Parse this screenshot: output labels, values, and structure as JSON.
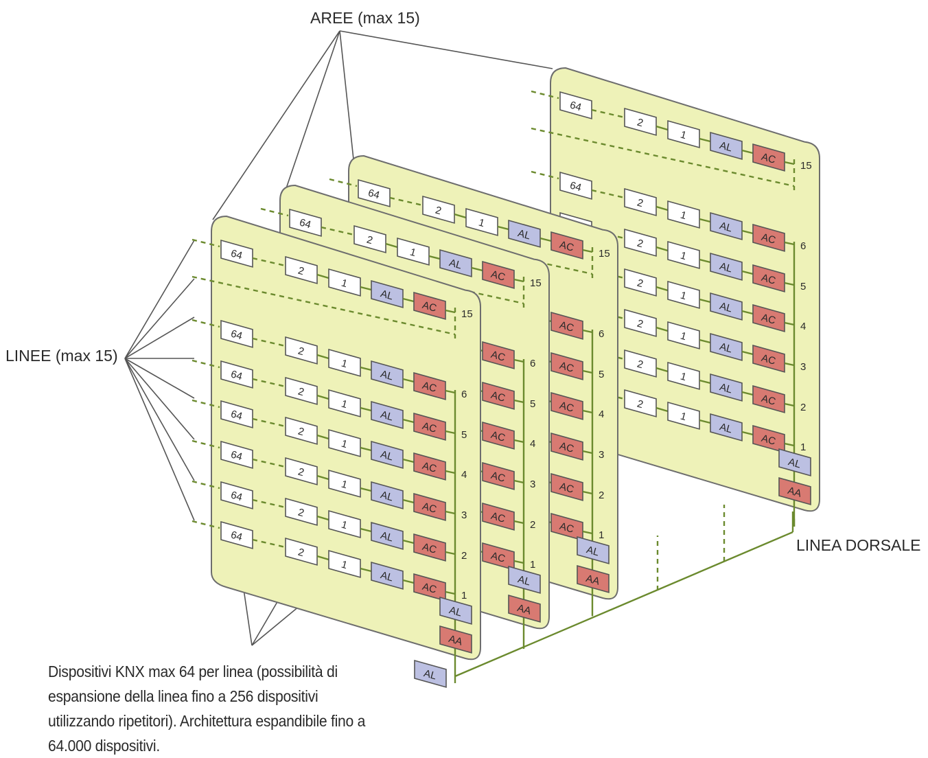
{
  "labels": {
    "areas": "AREE (max 15)",
    "lines": "LINEE (max 15)",
    "backbone": "LINEA DORSALE",
    "caption": "Dispositivi KNX max 64 per linea (possibilità di espansione della linea fino a 256 dispositivi utilizzando ripetitori). Architettura espandibile fino a 64.000 dispositivi."
  },
  "device_labels": {
    "device_last": "64",
    "device_2": "2",
    "device_1": "1",
    "line_coupler": "AL",
    "line_coupler_alt": "AC",
    "area_coupler": "AA",
    "backbone_coupler": "AL"
  },
  "line_numbers": [
    "15",
    "6",
    "5",
    "4",
    "3",
    "2",
    "1"
  ],
  "colors": {
    "panel_fill": "#eef2b8",
    "panel_stroke": "#6d6d6d",
    "bus_line": "#6b8a2e",
    "device_white": "#ffffff",
    "al_fill": "#bcc0e2",
    "ac_fill": "#d87a72",
    "aa_fill": "#d87a72",
    "leader_line": "#555555"
  },
  "areas": [
    {
      "name": "area-1",
      "lines_with_devices": [
        "15",
        "6",
        "5",
        "4",
        "3",
        "2",
        "1"
      ],
      "devices_shown": "full"
    },
    {
      "name": "area-2",
      "lines_with_devices": [
        "15",
        "6",
        "5",
        "4",
        "3",
        "2",
        "1"
      ],
      "devices_shown": "partial"
    },
    {
      "name": "area-3",
      "lines_with_devices": [
        "15",
        "6",
        "5",
        "4",
        "3",
        "2",
        "1"
      ],
      "devices_shown": "partial"
    },
    {
      "name": "area-4",
      "lines_with_devices": [
        "15",
        "6",
        "5",
        "4",
        "3",
        "2",
        "1"
      ],
      "devices_shown": "full"
    }
  ]
}
